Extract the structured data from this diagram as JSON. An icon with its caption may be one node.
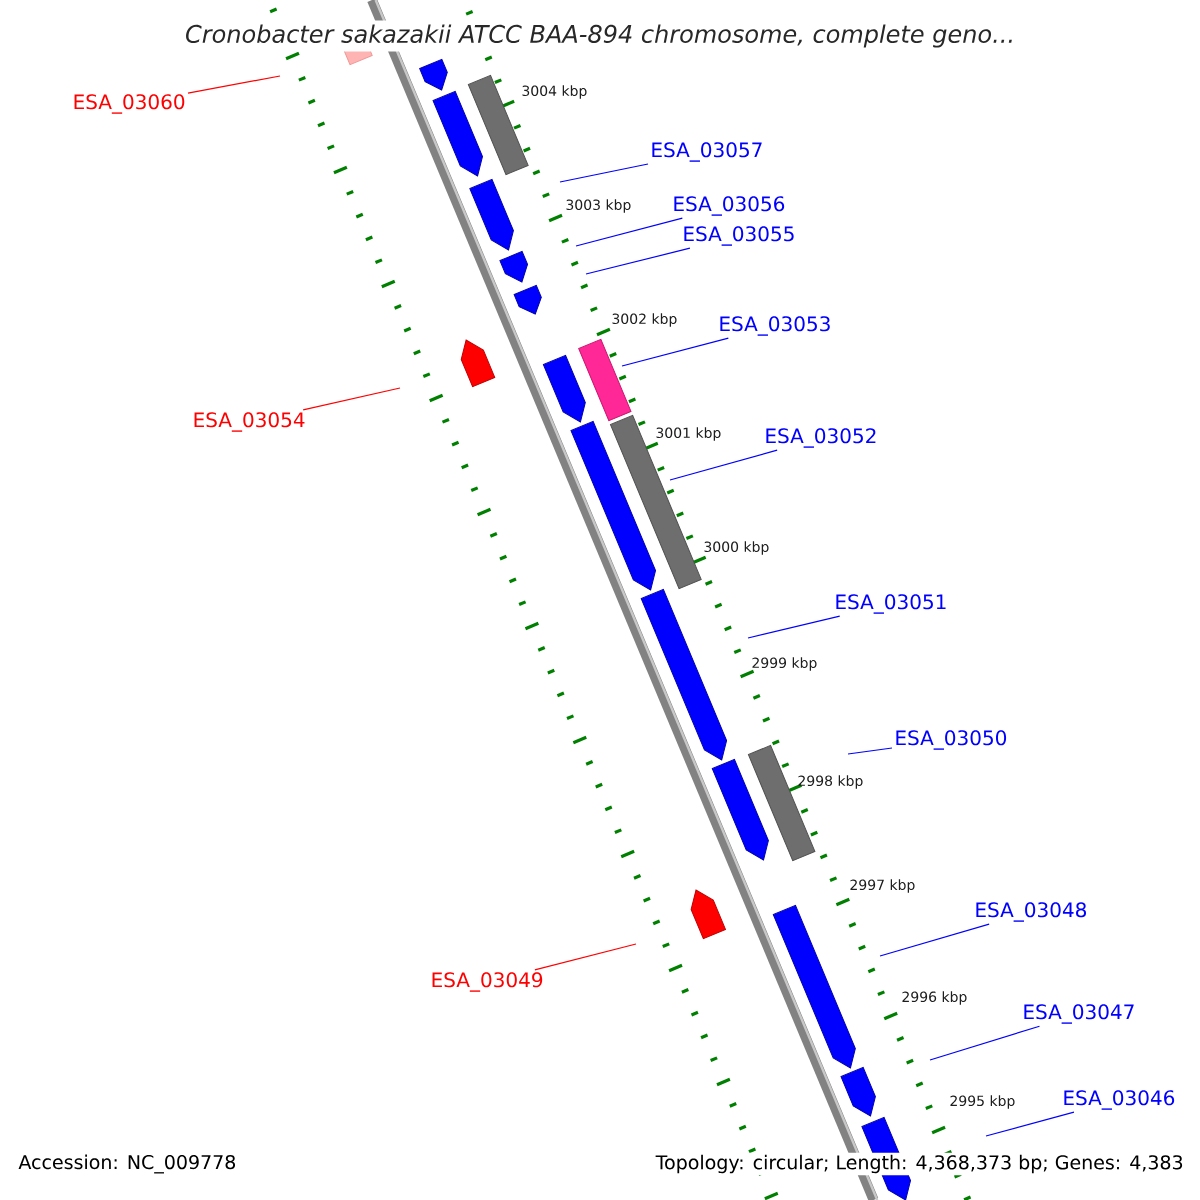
{
  "diagram": {
    "title": "Cronobacter sakazakii ATCC BAA-894 chromosome, complete geno...",
    "nodes": [
      {
        "text": [
          "ESA_03060"
        ]
      },
      {
        "text": [
          "ESA_03057"
        ]
      },
      {
        "text": [
          "ESA_03056"
        ]
      },
      {
        "text": [
          "ESA_03055"
        ]
      },
      {
        "text": [
          "ESA_03053"
        ]
      },
      {
        "text": [
          "ESA_03054"
        ]
      },
      {
        "text": [
          "ESA_03052"
        ]
      },
      {
        "text": [
          "ESA_03051"
        ]
      },
      {
        "text": [
          "ESA_03050"
        ]
      },
      {
        "text": [
          "ESA_03049"
        ]
      },
      {
        "text": [
          "ESA_03048"
        ]
      },
      {
        "text": [
          "ESA_03047"
        ]
      },
      {
        "text": [
          "ESA_03046"
        ]
      }
    ],
    "edges": [
      {
        "from": 0,
        "to": null,
        "arrow": "none",
        "color": "#ff0000"
      },
      {
        "from": 1,
        "to": null,
        "arrow": "none"
      },
      {
        "from": 2,
        "to": null,
        "arrow": "none"
      },
      {
        "from": 3,
        "to": null,
        "arrow": "none"
      },
      {
        "from": 4,
        "to": null,
        "arrow": "none"
      },
      {
        "from": 5,
        "to": null,
        "arrow": "none",
        "color": "#ff0000"
      },
      {
        "from": 6,
        "to": null,
        "arrow": "none"
      },
      {
        "from": 7,
        "to": null,
        "arrow": "none"
      },
      {
        "from": 8,
        "to": null,
        "arrow": "none"
      },
      {
        "from": 9,
        "to": null,
        "arrow": "none",
        "color": "#ff0000"
      },
      {
        "from": 10,
        "to": null,
        "arrow": "none"
      },
      {
        "from": 11,
        "to": null,
        "arrow": "none"
      },
      {
        "from": 12,
        "to": null,
        "arrow": "none"
      }
    ],
    "labels": [
      "3004 kbp",
      "3003 kbp",
      "3002 kbp",
      "3001 kbp",
      "3000 kbp",
      "2999 kbp",
      "2998 kbp",
      "2997 kbp",
      "2996 kbp",
      "2995 kbp",
      "Accession: NC_009778",
      "Topology: circular; Length: 4,368,373 bp; Genes: 4,383"
    ]
  }
}
